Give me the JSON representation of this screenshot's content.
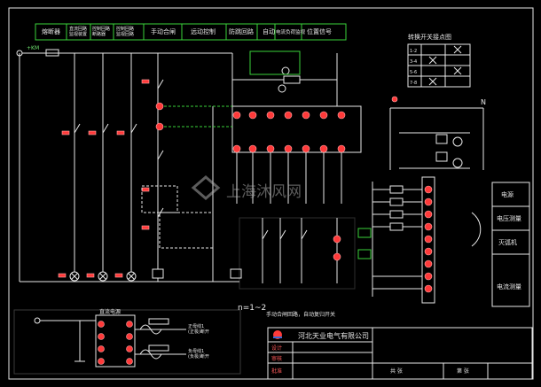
{
  "header_cells": [
    "熔断器",
    "直流回路\n监视装置",
    "控制回路\n断路器",
    "控制回路\n监视回路",
    "手动合闸",
    "远动控制",
    "防跳回路",
    "自动",
    "电流负荷监视",
    "位置信号"
  ],
  "voltage_label": "n=1~2",
  "switch_table": {
    "title": "转换开关接点图",
    "rows": [
      "1-2",
      "3-4",
      "5-6",
      "7-8"
    ],
    "marks": [
      [
        false,
        true
      ],
      [
        true,
        false
      ],
      [
        false,
        true
      ],
      [
        true,
        false
      ]
    ]
  },
  "right_panel": {
    "rows": [
      "电源",
      "电压测量",
      "灭弧机",
      "电流测量"
    ]
  },
  "bottom_caption": "手动合闸回路，自动复归开关",
  "left_inset_title": "直流电源",
  "inset_labels": [
    "正母线1\n(正极)断开",
    "负母线1\n(负极)断开"
  ],
  "company": "河北天业电气有限公司",
  "title_block": {
    "labels": [
      "设计",
      "审核",
      "批准"
    ],
    "sheet_label": "共 张",
    "page": "第 张"
  },
  "watermark": "上海沐风网",
  "colors": {
    "wire": "#e8e8e8",
    "green": "#3ad23a",
    "red": "#ff3a3a",
    "yellow": "#f0e05a",
    "cyan": "#2ed0e0"
  }
}
